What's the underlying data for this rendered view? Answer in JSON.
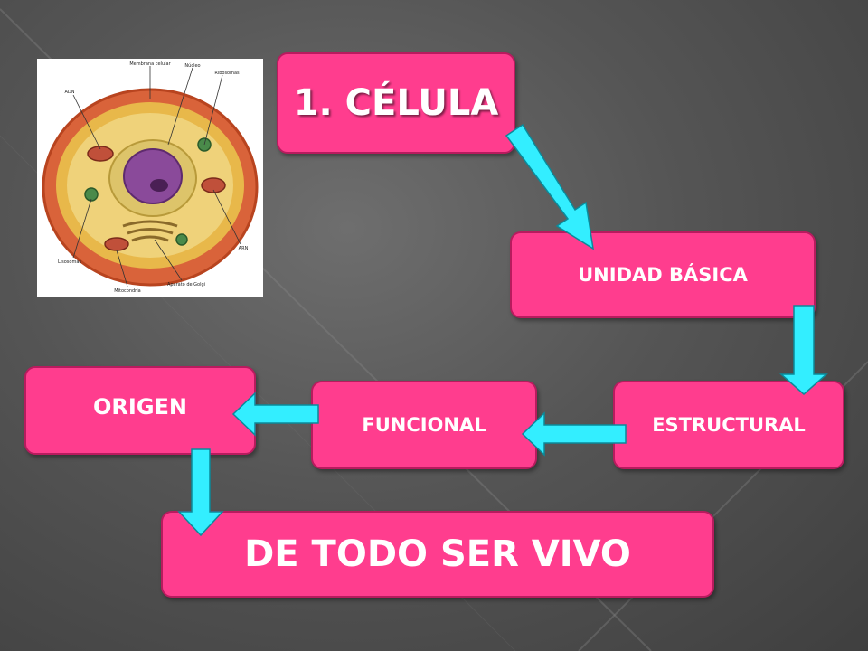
{
  "concept_map": {
    "title": "1. CÉLULA",
    "nodes": {
      "unidad_basica": "UNIDAD BÁSICA",
      "estructural": "ESTRUCTURAL",
      "funcional": "FUNCIONAL",
      "origen": "ORIGEN",
      "de_todo_ser_vivo": "DE TODO SER VIVO"
    },
    "edges": [
      [
        "1. CÉLULA",
        "UNIDAD BÁSICA"
      ],
      [
        "UNIDAD BÁSICA",
        "ESTRUCTURAL"
      ],
      [
        "ESTRUCTURAL",
        "FUNCIONAL"
      ],
      [
        "FUNCIONAL",
        "ORIGEN"
      ],
      [
        "ORIGEN",
        "DE TODO SER VIVO"
      ]
    ]
  },
  "colors": {
    "box_fill": "#ff3d8e",
    "box_border": "#b81b5e",
    "arrow": "#33eeff",
    "background": "#555555"
  },
  "cell_illustration": {
    "labels": {
      "membrana": "Membrana celular",
      "nucleo": "Núcleo",
      "adn": "ADN",
      "ribosomas": "Ribosomas",
      "arn": "ARN",
      "lisosomas": "Lisosomas",
      "mitocondrias": "Mitocondria",
      "golgi": "Aparato de Golgi"
    }
  }
}
